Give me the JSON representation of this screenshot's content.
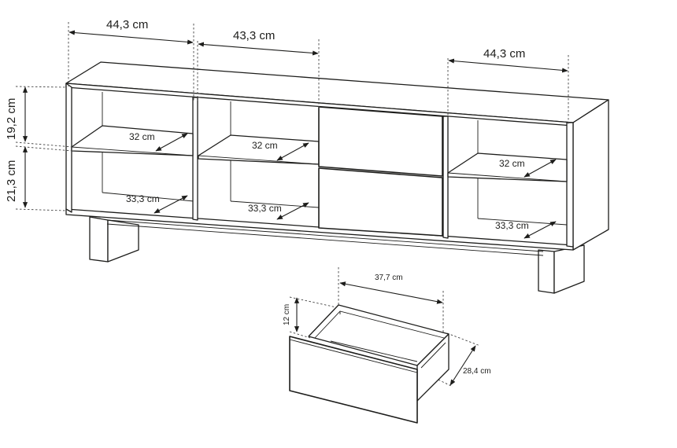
{
  "dimensions": {
    "top_width_left": "44,3 cm",
    "top_width_middle": "43,3 cm",
    "top_width_right": "44,3 cm",
    "height_upper": "19,2 cm",
    "height_lower": "21,3 cm",
    "depth_shelf_1": "32 cm",
    "depth_shelf_2": "32 cm",
    "depth_shelf_3": "32 cm",
    "depth_bottom_1": "33,3 cm",
    "depth_bottom_2": "33,3 cm",
    "depth_bottom_3": "33,3 cm",
    "drawer_width": "37,7 cm",
    "drawer_height": "12 cm",
    "drawer_depth": "28,4 cm"
  }
}
